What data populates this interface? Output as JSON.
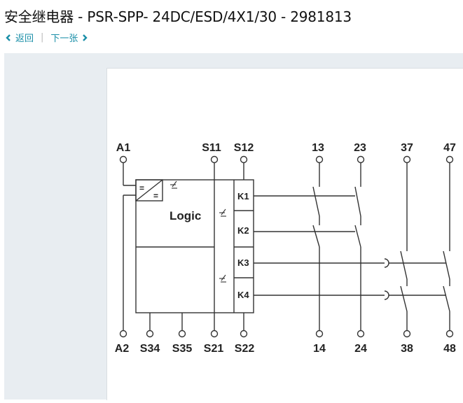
{
  "page": {
    "title": "安全继电器 - PSR-SPP- 24DC/ESD/4X1/30 - 2981813",
    "back_label": "返回",
    "next_label": "下一张"
  },
  "diagram": {
    "logic_label": "Logic",
    "converter_label_top": "=",
    "converter_label_bottom": "=",
    "relays": [
      "K1",
      "K2",
      "K3",
      "K4"
    ],
    "top_terminals": [
      "A1",
      "S11",
      "S12",
      "13",
      "23",
      "37",
      "47"
    ],
    "bottom_terminals": [
      "A2",
      "S34",
      "S35",
      "S21",
      "S22",
      "14",
      "24",
      "38",
      "48"
    ]
  },
  "colors": {
    "link": "#1a8fa8",
    "panel_bg": "#e8edf1",
    "line": "#333333"
  }
}
